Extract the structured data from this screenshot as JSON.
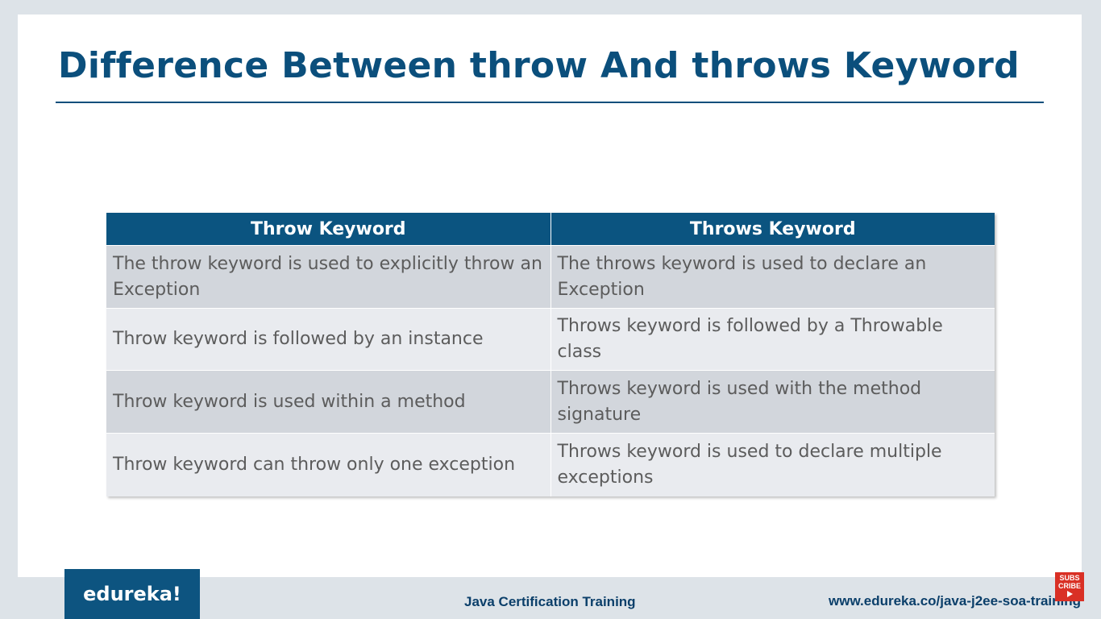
{
  "slide": {
    "title": "Difference Between throw And throws Keyword"
  },
  "table": {
    "headers": [
      "Throw Keyword",
      "Throws Keyword"
    ],
    "rows": [
      [
        "The throw keyword is used to explicitly throw an Exception",
        "The throws keyword is used to declare an Exception"
      ],
      [
        "Throw keyword is followed by an instance",
        "Throws keyword is followed by a Throwable class"
      ],
      [
        "Throw keyword is used within a method",
        "Throws keyword is used with the method signature"
      ],
      [
        "Throw keyword can throw only one exception",
        "Throws keyword is used to declare multiple exceptions"
      ]
    ]
  },
  "footer": {
    "logo_text": "edureka!",
    "course": "Java Certification Training",
    "url": "www.edureka.co/java-j2ee-soa-training",
    "subscribe_line1": "SUBS",
    "subscribe_line2": "CRIBE"
  },
  "colors": {
    "brand": "#0b4f7c",
    "header_bg": "#0b5480",
    "row_odd": "#d2d6dc",
    "row_even": "#e9ebef",
    "subscribe_red": "#d93025"
  }
}
